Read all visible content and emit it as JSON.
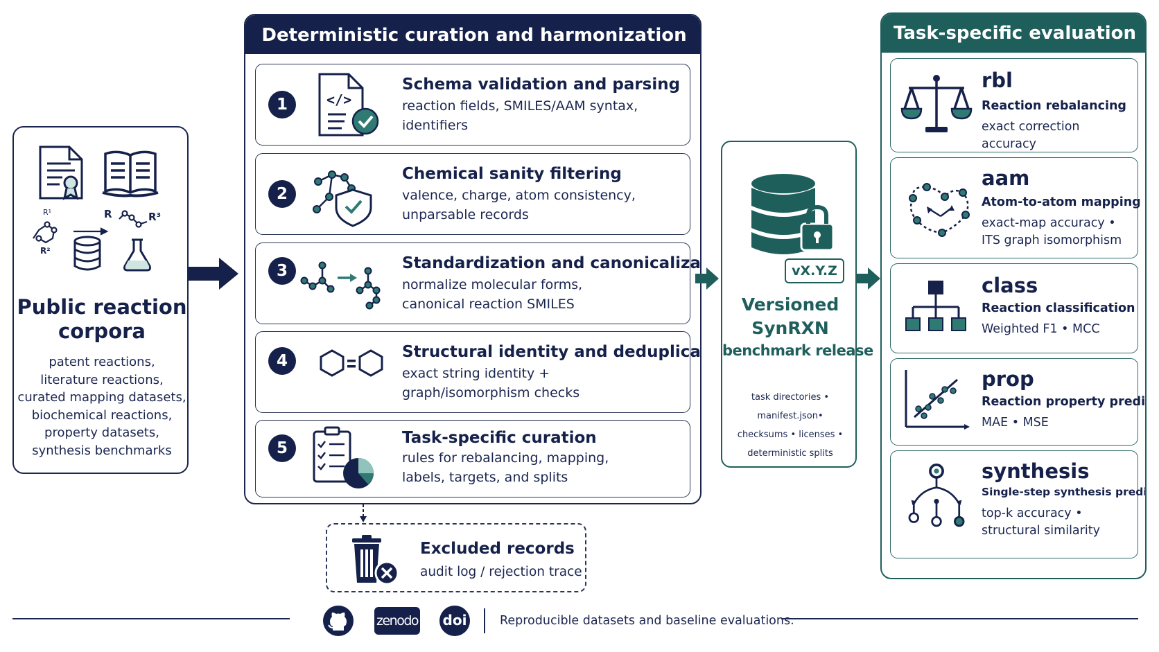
{
  "left": {
    "title_line1": "Public reaction",
    "title_line2": "corpora",
    "sources": [
      "patent reactions,",
      "literature reactions,",
      "curated mapping datasets,",
      "biochemical reactions,",
      "property datasets,",
      "synthesis benchmarks"
    ],
    "molecule_labels": {
      "r1": "R¹",
      "r2": "R²",
      "r_prod": "R",
      "r3": "R³"
    }
  },
  "curation": {
    "header": "Deterministic curation and harmonization",
    "steps": [
      {
        "number": "1",
        "title": "Schema validation and parsing",
        "desc_line1": "reaction fields, SMILES/AAM syntax,",
        "desc_line2": "identifiers",
        "icon": "code-document-check-icon"
      },
      {
        "number": "2",
        "title": "Chemical sanity filtering",
        "desc_line1": "valence, charge, atom consistency,",
        "desc_line2": "unparsable records",
        "icon": "molecule-shield-icon"
      },
      {
        "number": "3",
        "title": "Standardization and canonicalization",
        "desc_line1": "normalize molecular forms,",
        "desc_line2": "canonical reaction SMILES",
        "icon": "molecule-transform-icon"
      },
      {
        "number": "4",
        "title": "Structural identity and deduplication",
        "desc_line1": "exact string identity +",
        "desc_line2": "graph/isomorphism checks",
        "icon": "hexagon-equals-icon"
      },
      {
        "number": "5",
        "title": "Task-specific curation",
        "desc_line1": "rules for rebalancing, mapping,",
        "desc_line2": "labels, targets, and splits",
        "icon": "checklist-pie-icon"
      }
    ]
  },
  "excluded": {
    "title": "Excluded records",
    "desc": "audit log / rejection trace"
  },
  "release": {
    "version": "vX.Y.Z",
    "title_line1": "Versioned",
    "title_line2": "SynRXN",
    "title_line3": "benchmark release",
    "meta_line1": "task directories • manifest.json•",
    "meta_line2": "checksums • licenses •",
    "meta_line3": "deterministic splits"
  },
  "evaluation": {
    "header": "Task-specific evaluation",
    "tasks": [
      {
        "name": "rbl",
        "subtitle": "Reaction rebalancing",
        "metric_line1": "exact correction accuracy",
        "metric_line2": "",
        "icon": "balance-scale-icon"
      },
      {
        "name": "aam",
        "subtitle": "Atom-to-atom mapping",
        "metric_line1": "exact-map accuracy •",
        "metric_line2": "ITS graph isomorphism",
        "icon": "atom-graph-icon"
      },
      {
        "name": "class",
        "subtitle": "Reaction classification",
        "metric_line1": "Weighted F1 • MCC",
        "metric_line2": "",
        "icon": "hierarchy-icon"
      },
      {
        "name": "prop",
        "subtitle": "Reaction property prediction",
        "metric_line1": "MAE • MSE",
        "metric_line2": "",
        "icon": "scatter-trend-icon"
      },
      {
        "name": "synthesis",
        "subtitle": "Single-step synthesis prediction",
        "metric_line1": "top-k accuracy •",
        "metric_line2": "structural similarity",
        "icon": "retrosynthesis-tree-icon"
      }
    ]
  },
  "footer": {
    "zenodo_label": "zenodo",
    "doi_label": "doi",
    "text": "Reproducible datasets and baseline evaluations."
  },
  "colors": {
    "navy": "#15214a",
    "teal": "#1e5f5c",
    "accent_teal": "#2f7a72"
  }
}
